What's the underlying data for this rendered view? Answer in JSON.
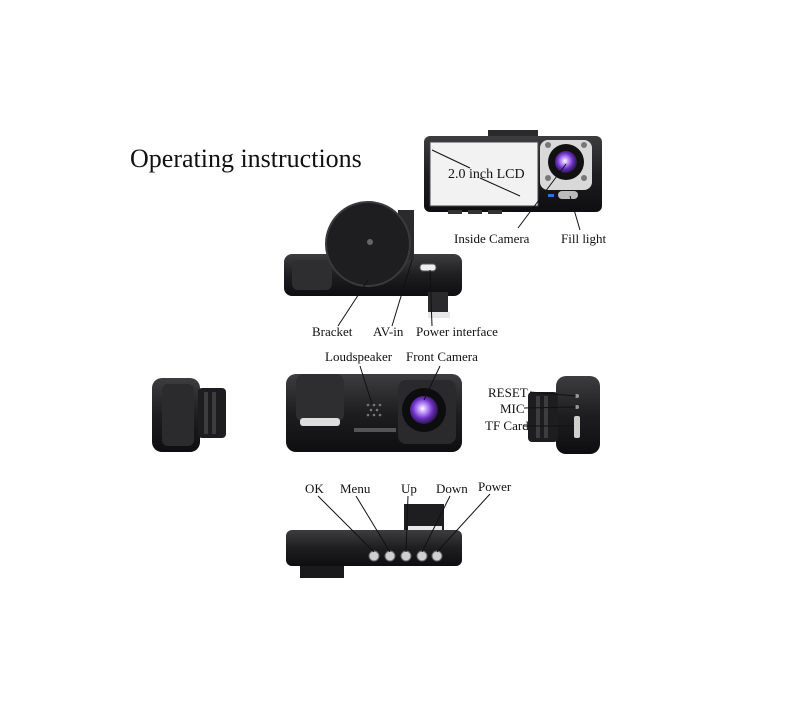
{
  "title": "Operating instructions",
  "labels": {
    "lcd": "2.0 inch LCD",
    "inside_camera": "Inside Camera",
    "fill_light": "Fill light",
    "bracket": "Bracket",
    "av_in": "AV-in",
    "power_interface": "Power interface",
    "loudspeaker": "Loudspeaker",
    "front_camera": "Front Camera",
    "reset": "RESET",
    "mic": "MIC",
    "tf_card": "TF Card",
    "ok": "OK",
    "menu": "Menu",
    "up": "Up",
    "down": "Down",
    "power": "Power"
  },
  "colors": {
    "body": "#1c1c1e",
    "body_light": "#3a3a3d",
    "lens_purple": "#8a4fd8",
    "button_gray": "#cfcfcf",
    "leader": "#111111"
  }
}
